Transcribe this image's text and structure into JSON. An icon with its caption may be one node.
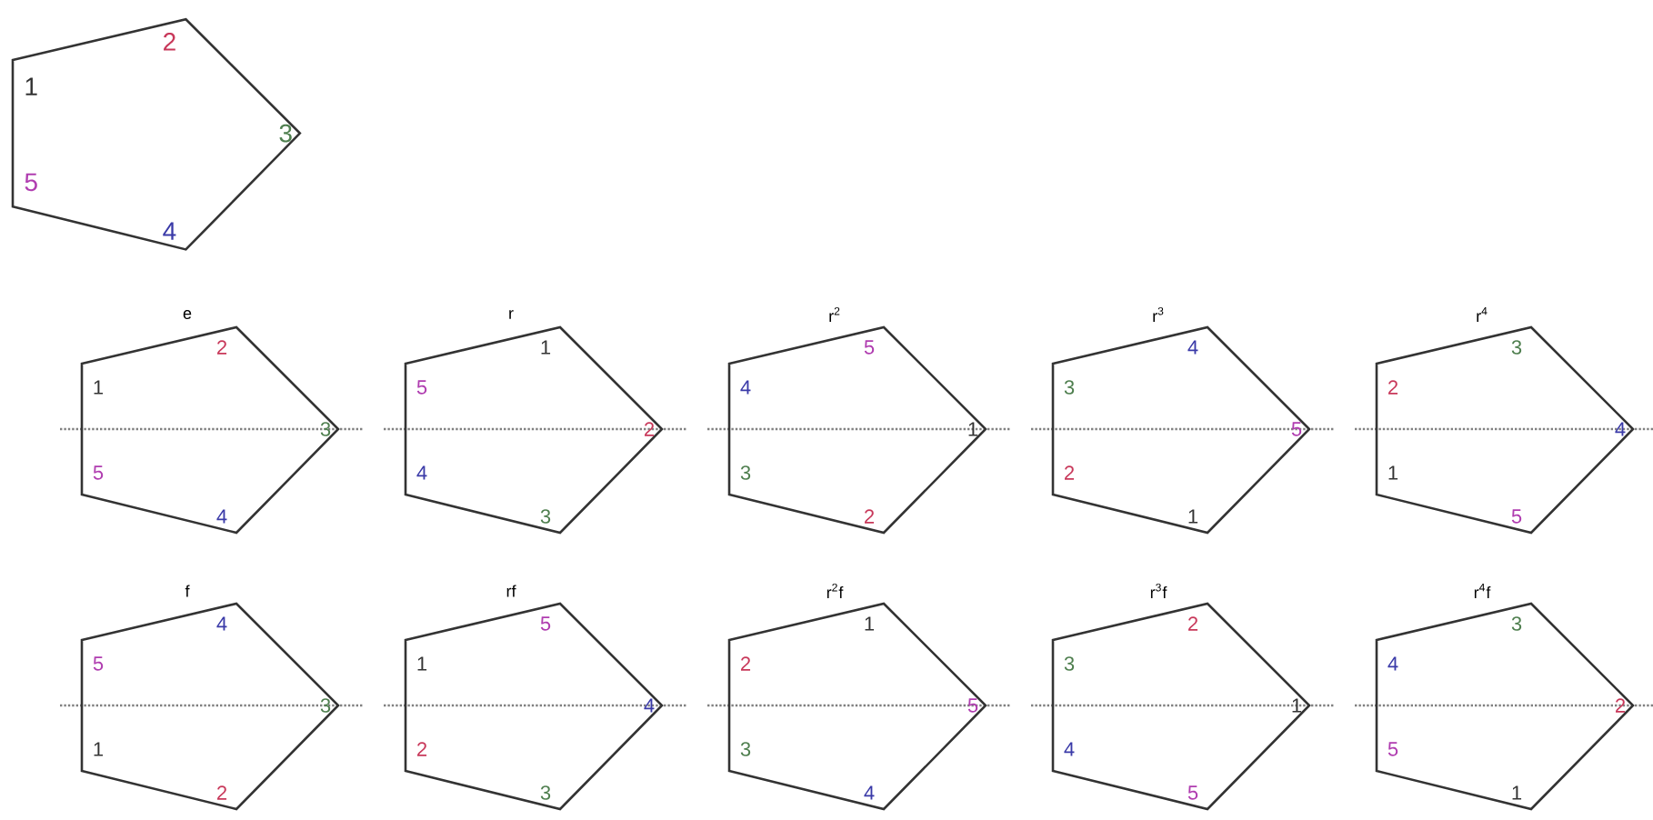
{
  "diagram": {
    "nodes": [
      {
        "text": [
          "1",
          "2",
          "3",
          "4",
          "5"
        ]
      },
      {
        "text": [
          "e",
          "1",
          "2",
          "3",
          "4",
          "5"
        ]
      },
      {
        "text": [
          "r",
          "5",
          "1",
          "2",
          "3",
          "4"
        ]
      },
      {
        "text": [
          "r$^{2}$",
          "4",
          "5",
          "1",
          "2",
          "3"
        ]
      },
      {
        "text": [
          "r$^{3}$",
          "3",
          "4",
          "5",
          "1",
          "2"
        ]
      },
      {
        "text": [
          "r$^{4}$",
          "2",
          "3",
          "4",
          "5",
          "1"
        ]
      },
      {
        "text": [
          "f",
          "5",
          "4",
          "3",
          "2",
          "1"
        ]
      },
      {
        "text": [
          "rf",
          "1",
          "5",
          "4",
          "3",
          "2"
        ]
      },
      {
        "text": [
          "r$^{2}$f",
          "2",
          "1",
          "5",
          "4",
          "3"
        ]
      },
      {
        "text": [
          "r$^{3}$f",
          "3",
          "2",
          "1",
          "5",
          "4"
        ]
      },
      {
        "text": [
          "r$^{4}$f",
          "4",
          "3",
          "2",
          "1",
          "5"
        ]
      }
    ]
  }
}
